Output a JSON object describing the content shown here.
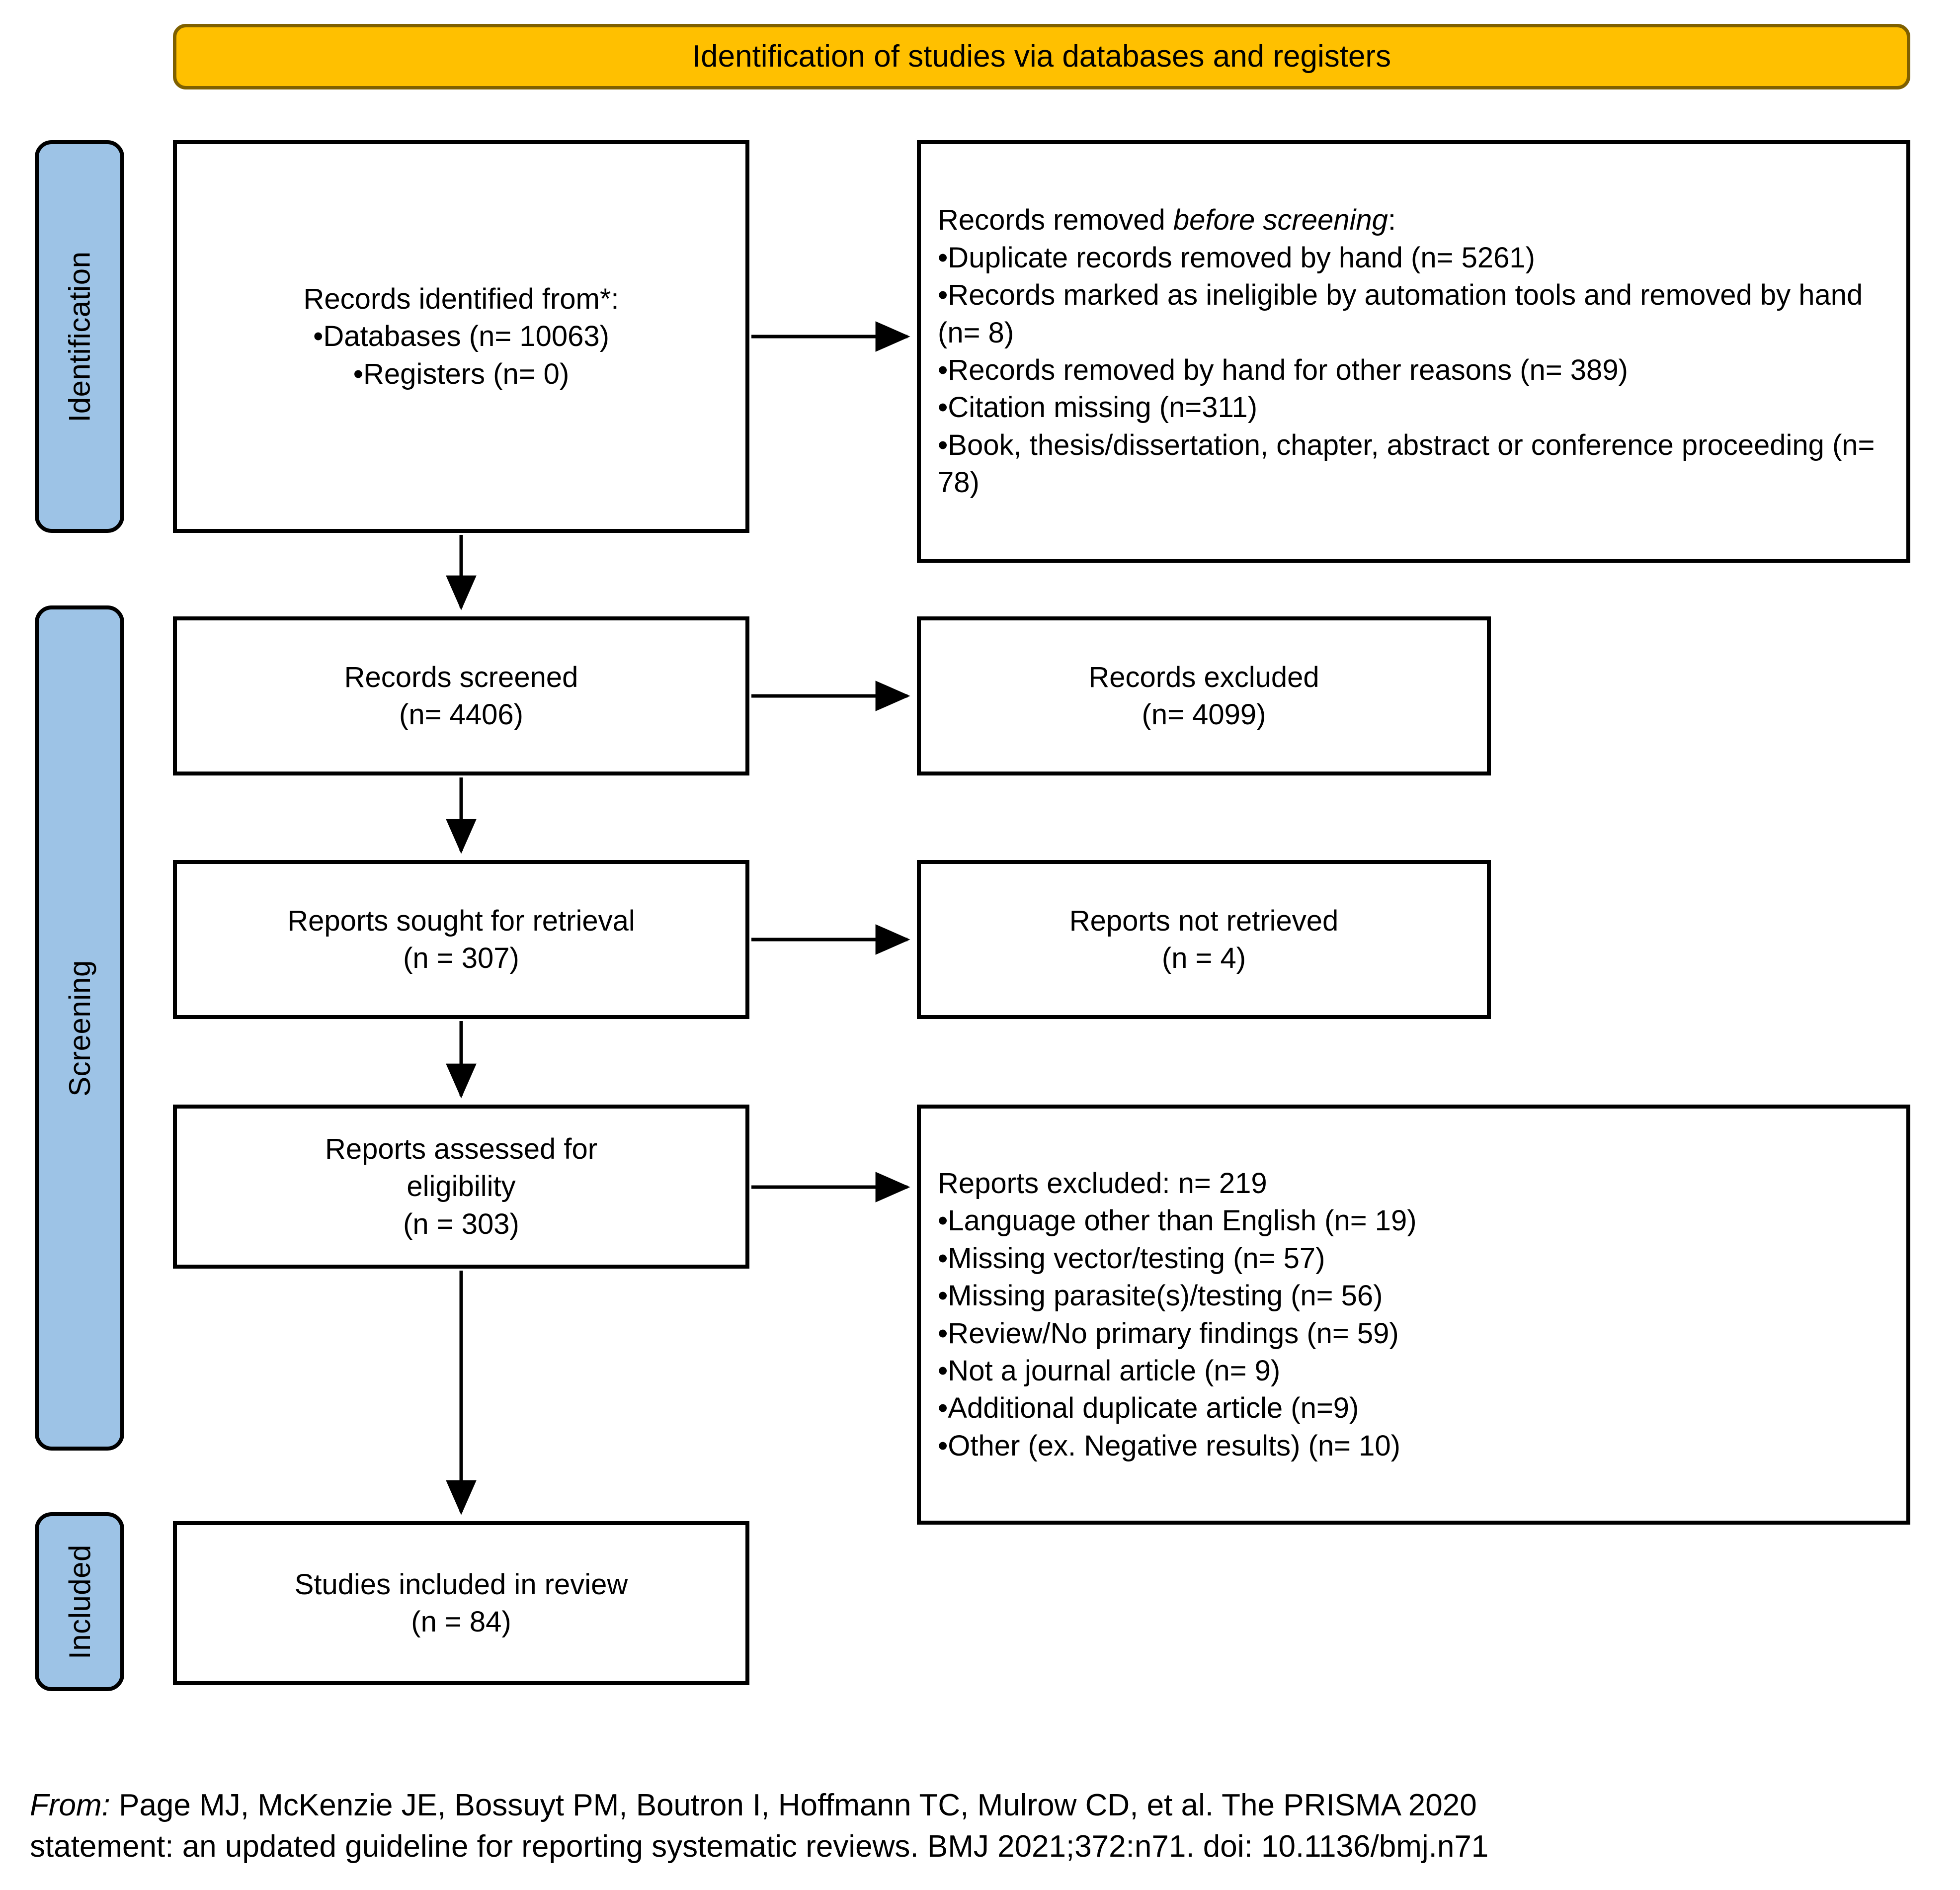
{
  "header": {
    "title": "Identification of studies via databases and registers",
    "fill_color": "#FFC000",
    "border_color": "#7F6000"
  },
  "stages": {
    "identification": "Identification",
    "screening": "Screening",
    "included": "Included",
    "fill_color": "#9DC3E6"
  },
  "boxes": {
    "identified": {
      "title": "Records identified from*:",
      "items": [
        "•Databases (n= 10063)",
        "•Registers (n= 0)"
      ]
    },
    "removed_before_screening": {
      "title_plain": "Records removed ",
      "title_italic": "before screening",
      "title_tail": ":",
      "items": [
        "•Duplicate records removed by hand (n= 5261)",
        "•Records marked as ineligible by automation tools and removed by hand (n= 8)",
        "•Records removed by hand for other reasons (n= 389)",
        "•Citation missing (n=311)",
        "•Book, thesis/dissertation, chapter, abstract or conference proceeding (n= 78)"
      ]
    },
    "records_screened": {
      "line1": "Records screened",
      "line2": "(n= 4406)"
    },
    "records_excluded": {
      "line1": "Records excluded",
      "line2": "(n= 4099)"
    },
    "reports_sought": {
      "line1": "Reports sought for retrieval",
      "line2": "(n = 307)"
    },
    "reports_not_retrieved": {
      "line1": "Reports not retrieved",
      "line2": "(n = 4)"
    },
    "reports_assessed": {
      "line1": "Reports assessed for",
      "line2": "eligibility",
      "line3": "(n = 303)"
    },
    "reports_excluded": {
      "title": "Reports excluded: n= 219",
      "items": [
        "•Language other than English (n= 19)",
        "•Missing vector/testing (n= 57)",
        "•Missing parasite(s)/testing (n= 56)",
        "•Review/No primary findings (n= 59)",
        "•Not a journal article (n= 9)",
        "•Additional duplicate article (n=9)",
        "•Other (ex. Negative results) (n= 10)"
      ]
    },
    "studies_included": {
      "line1": "Studies included in review",
      "line2": "(n = 84)"
    }
  },
  "footer": {
    "from_label": "From:",
    "line1_rest": "  Page MJ, McKenzie JE, Bossuyt PM, Boutron I, Hoffmann TC, Mulrow CD, et al. The PRISMA 2020",
    "line2": "statement: an updated guideline for reporting systematic reviews. BMJ 2021;372:n71. doi: 10.1136/bmj.n71"
  },
  "chart_data": {
    "type": "flowchart",
    "title": "PRISMA 2020 flow diagram: Identification of studies via databases and registers",
    "stages": [
      "Identification",
      "Screening",
      "Included"
    ],
    "nodes": [
      {
        "id": "identified",
        "label": "Records identified from*",
        "databases": 10063,
        "registers": 0,
        "stage": "Identification"
      },
      {
        "id": "removed_before_screening",
        "label": "Records removed before screening",
        "stage": "Identification",
        "breakdown": [
          {
            "reason": "Duplicate records removed by hand",
            "n": 5261
          },
          {
            "reason": "Records marked as ineligible by automation tools and removed by hand",
            "n": 8
          },
          {
            "reason": "Records removed by hand for other reasons",
            "n": 389
          },
          {
            "reason": "Citation missing",
            "n": 311
          },
          {
            "reason": "Book, thesis/dissertation, chapter, abstract or conference proceeding",
            "n": 78
          }
        ]
      },
      {
        "id": "records_screened",
        "label": "Records screened",
        "n": 4406,
        "stage": "Screening"
      },
      {
        "id": "records_excluded",
        "label": "Records excluded",
        "n": 4099,
        "stage": "Screening"
      },
      {
        "id": "reports_sought",
        "label": "Reports sought for retrieval",
        "n": 307,
        "stage": "Screening"
      },
      {
        "id": "reports_not_retrieved",
        "label": "Reports not retrieved",
        "n": 4,
        "stage": "Screening"
      },
      {
        "id": "reports_assessed",
        "label": "Reports assessed for eligibility",
        "n": 303,
        "stage": "Screening"
      },
      {
        "id": "reports_excluded",
        "label": "Reports excluded",
        "n": 219,
        "stage": "Screening",
        "breakdown": [
          {
            "reason": "Language other than English",
            "n": 19
          },
          {
            "reason": "Missing vector/testing",
            "n": 57
          },
          {
            "reason": "Missing parasite(s)/testing",
            "n": 56
          },
          {
            "reason": "Review/No primary findings",
            "n": 59
          },
          {
            "reason": "Not a journal article",
            "n": 9
          },
          {
            "reason": "Additional duplicate article",
            "n": 9
          },
          {
            "reason": "Other (ex. Negative results)",
            "n": 10
          }
        ]
      },
      {
        "id": "studies_included",
        "label": "Studies included in review",
        "n": 84,
        "stage": "Included"
      }
    ],
    "edges": [
      {
        "from": "identified",
        "to": "removed_before_screening",
        "direction": "right"
      },
      {
        "from": "identified",
        "to": "records_screened",
        "direction": "down"
      },
      {
        "from": "records_screened",
        "to": "records_excluded",
        "direction": "right"
      },
      {
        "from": "records_screened",
        "to": "reports_sought",
        "direction": "down"
      },
      {
        "from": "reports_sought",
        "to": "reports_not_retrieved",
        "direction": "right"
      },
      {
        "from": "reports_sought",
        "to": "reports_assessed",
        "direction": "down"
      },
      {
        "from": "reports_assessed",
        "to": "reports_excluded",
        "direction": "right"
      },
      {
        "from": "reports_assessed",
        "to": "studies_included",
        "direction": "down"
      }
    ]
  }
}
